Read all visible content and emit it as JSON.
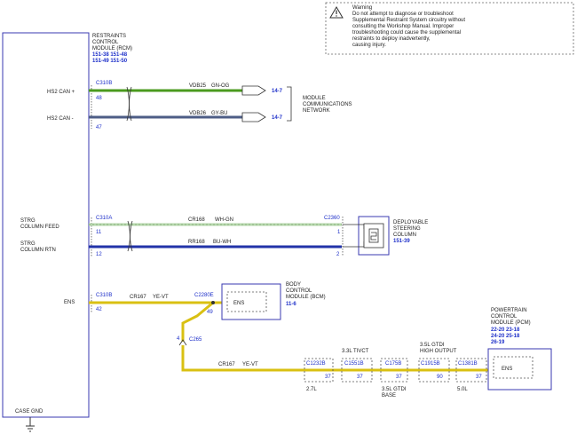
{
  "warning": {
    "icon": "warning-triangle-icon",
    "lines": [
      "Warning",
      "Do not attempt to diagnose or troubleshoot",
      "Supplemental Restraint System circuitry without",
      "consulting the Workshop Manual. Improper",
      "troubleshooting could cause the supplemental",
      "restraints to deploy inadvertently,",
      "causing injury."
    ]
  },
  "rcm": {
    "title_lines": [
      "RESTRAINTS",
      "CONTROL",
      "MODULE (RCM)"
    ],
    "refs": [
      "151-38  151-48",
      "151-49  151-50"
    ],
    "labels": {
      "hs2_can_plus": "HS2 CAN +",
      "hs2_can_minus": "HS2 CAN -",
      "strg_feed_1": "STRG",
      "strg_feed_2": "COLUMN FEED",
      "strg_rtn_1": "STRG",
      "strg_rtn_2": "COLUMN RTN",
      "ens": "ENS",
      "case_gnd": "CASE GND"
    }
  },
  "connectors": {
    "c310b_top": "C310B",
    "c310a": "C310A",
    "c310b_bottom": "C310B",
    "c2360": "C2360",
    "c2280e": "C2280E",
    "c265": "C265",
    "c1232b": "C1232B",
    "c1551b": "C1551B",
    "c175b": "C175B",
    "c1915b": "C1915B",
    "c1381b": "C1381B"
  },
  "pins": {
    "p48": "48",
    "p47": "47",
    "p11": "11",
    "p12": "12",
    "p42": "42",
    "p1": "1",
    "p2": "2",
    "p49": "49",
    "p4": "4",
    "p37a": "37",
    "p37b": "37",
    "p37c": "37",
    "p90": "90",
    "p37d": "37"
  },
  "wires": {
    "vdb25": {
      "circuit": "VDB25",
      "color_code": "GN-OG",
      "stroke": "#4a9a1e"
    },
    "vdb26": {
      "circuit": "VDB26",
      "color_code": "GY-BU",
      "stroke": "#4d5d86"
    },
    "cr168": {
      "circuit": "CR168",
      "color_code": "WH-GN",
      "stroke": "#b5d7ab"
    },
    "rr168": {
      "circuit": "RR168",
      "color_code": "BU-WH",
      "stroke": "#2233a8"
    },
    "cr167_a": {
      "circuit": "CR167",
      "color_code": "YE-VT",
      "stroke": "#d9c012"
    },
    "cr167_b": {
      "circuit": "CR167",
      "color_code": "YE-VT",
      "stroke": "#d9c012"
    }
  },
  "network": {
    "ref_a": "14-7",
    "ref_b": "14-7",
    "label_lines": [
      "MODULE",
      "COMMUNICATIONS",
      "NETWORK"
    ]
  },
  "steering": {
    "label_lines": [
      "DEPLOYABLE",
      "STEERING",
      "COLUMN"
    ],
    "ref": "151-39"
  },
  "bcm": {
    "label_lines": [
      "BODY",
      "CONTROL",
      "MODULE (BCM)"
    ],
    "ref": "11-6",
    "ens": "ENS"
  },
  "pcm": {
    "label_lines": [
      "POWERTRAIN",
      "CONTROL",
      "MODULE (PCM)"
    ],
    "refs": [
      "22-20  23-18",
      "24-20  25-18",
      "26-19"
    ],
    "ens": "ENS"
  },
  "variants": {
    "v27l": "2.7L",
    "v33l_1": "3.3L TIVCT",
    "v35l_gtdi_1": "3.5L GTDI",
    "v35l_gtdi_2": "BASE",
    "v35l_ho_1": "3.5L GTDI",
    "v35l_ho_2": "HIGH OUTPUT",
    "v50l": "5.0L"
  }
}
